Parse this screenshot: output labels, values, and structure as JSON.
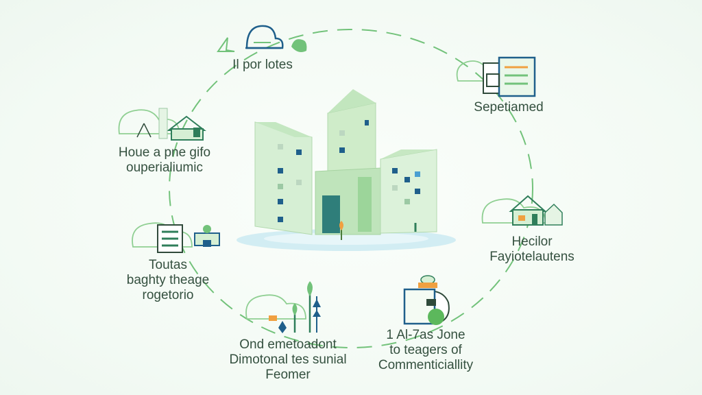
{
  "diagram": {
    "nodes": [
      {
        "id": "top",
        "lines": [
          "Il por lotes"
        ],
        "icon": "cloud-icon"
      },
      {
        "id": "upper-right",
        "lines": [
          "Sepetiamed"
        ],
        "icon": "document-icon"
      },
      {
        "id": "right",
        "lines": [
          "Hecilor",
          "Fayiotelautens"
        ],
        "icon": "house-icon"
      },
      {
        "id": "bottom-right",
        "lines": [
          "1 Al-7as Jone",
          "to teagers of",
          "Commenticiallity"
        ],
        "icon": "jar-icon"
      },
      {
        "id": "bottom",
        "lines": [
          "Ond emetoadont",
          "Dimotonal tes sunial",
          "Feomer"
        ],
        "icon": "trees-icon"
      },
      {
        "id": "left",
        "lines": [
          "Toutas",
          "baghty theage",
          "rogetorio"
        ],
        "icon": "document-icon"
      },
      {
        "id": "upper-left",
        "lines": [
          "Houe a pne gifo",
          "ouperialiumic"
        ],
        "icon": "house-icon"
      }
    ],
    "center_icon": "buildings-icon",
    "colors": {
      "accent_green": "#5cb85c",
      "building_light": "#d6efd4",
      "building_mid": "#b9e2b6",
      "window_blue": "#1f5f8b",
      "water": "#cdebf2",
      "text": "#34503f"
    }
  }
}
